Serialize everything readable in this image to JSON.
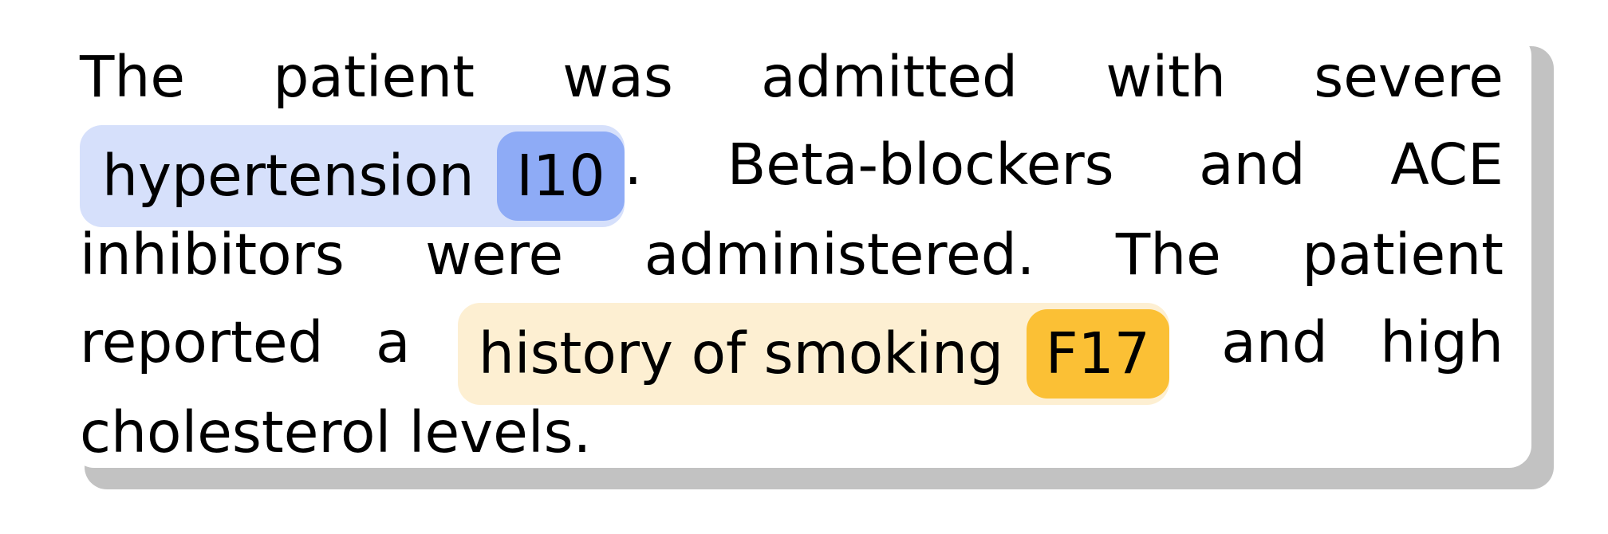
{
  "passage": {
    "seg1": "The patient was admitted with severe ",
    "entity1": {
      "text": "hypertension",
      "code": "I10",
      "color": "#d6e0fb",
      "code_color": "#8eabf6"
    },
    "seg2": ". Beta-blockers and ACE inhibitors were administered. The patient reported a ",
    "entity2": {
      "text": "history of smoking",
      "code": "F17",
      "color": "#fdefd2",
      "code_color": "#fbc035"
    },
    "seg3": " and high cholesterol levels."
  }
}
